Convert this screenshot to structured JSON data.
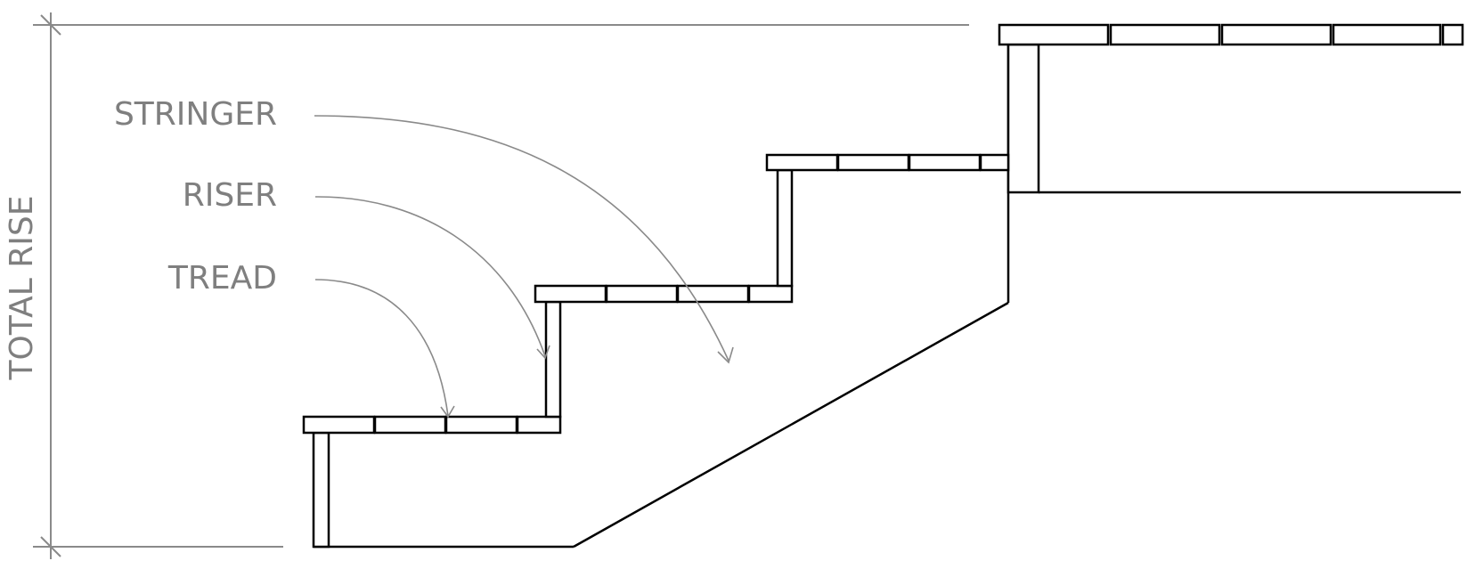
{
  "diagram": {
    "labels": {
      "stringer": "STRINGER",
      "riser": "RISER",
      "tread": "TREAD",
      "total_rise": "TOTAL RISE"
    },
    "colors": {
      "annotation": "#7f7f7f",
      "structure": "#000000",
      "background": "#ffffff"
    }
  }
}
